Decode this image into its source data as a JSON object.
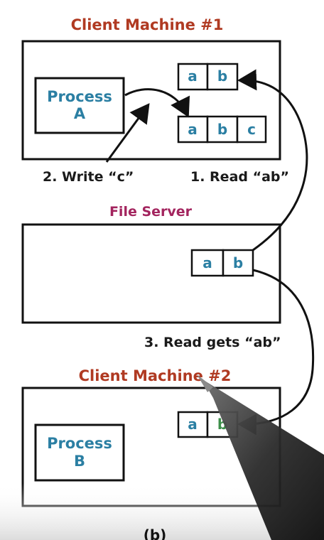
{
  "client1": {
    "title": "Client Machine #1",
    "process": [
      "Process",
      "A"
    ],
    "cache_read": [
      "a",
      "b"
    ],
    "cache_written": [
      "a",
      "b",
      "c"
    ]
  },
  "server": {
    "title": "File Server",
    "file": [
      "a",
      "b"
    ]
  },
  "client2": {
    "title": "Client Machine #2",
    "process": [
      "Process",
      "B"
    ],
    "cache": [
      "a",
      "b"
    ]
  },
  "steps": {
    "write": "2. Write “c”",
    "read": "1. Read “ab”",
    "read_gets": "3. Read gets “ab”"
  },
  "caption": "(b)",
  "colors": {
    "client_title": "#b03a22",
    "server_title": "#a3245e",
    "process_text": "#2b7fa3",
    "cell_text": "#2b7fa3",
    "cell_text_highlight": "#3d8f4a"
  }
}
